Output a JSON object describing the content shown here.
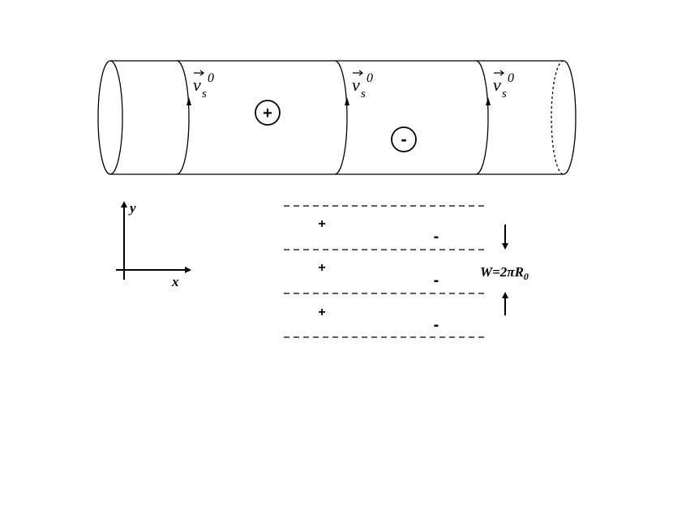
{
  "cylinder": {
    "velocity_labels": [
      {
        "vector": "v",
        "subscript": "s",
        "superscript": "0"
      },
      {
        "vector": "v",
        "subscript": "s",
        "superscript": "0"
      },
      {
        "vector": "v",
        "subscript": "s",
        "superscript": "0"
      }
    ],
    "charge_plus": "+",
    "charge_minus": "-"
  },
  "axes": {
    "x_label": "x",
    "y_label": "y"
  },
  "strip": {
    "rows": [
      {
        "plus": "+",
        "minus": "-"
      },
      {
        "plus": "+",
        "minus": "-"
      },
      {
        "plus": "+",
        "minus": "-"
      }
    ],
    "width_label": {
      "main": "W=2πR",
      "subscript": "0"
    }
  }
}
